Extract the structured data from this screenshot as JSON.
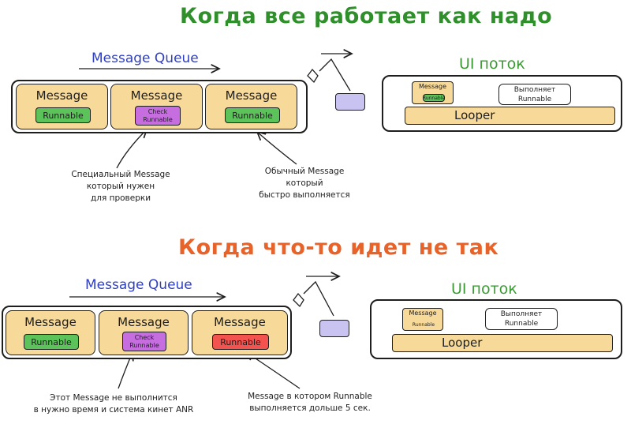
{
  "colors": {
    "title_ok": "#2f8f2a",
    "title_bad": "#e8632a",
    "message_queue": "#2f3fc0",
    "ui_thread": "#3a9b33",
    "message_fill": "#f7d99a",
    "runnable_green": "#5cc25a",
    "runnable_purple": "#c66ee0",
    "runnable_red": "#f2534f",
    "handler_fill": "#c8c3f0"
  },
  "section_ok": {
    "title": "Когда все работает как надо",
    "queue_label": "Message Queue",
    "messages": [
      {
        "title": "Message",
        "runnable": "Runnable",
        "kind": "green"
      },
      {
        "title": "Message",
        "runnable": "Check\nRunnable",
        "kind": "purple"
      },
      {
        "title": "Message",
        "runnable": "Runnable",
        "kind": "green"
      }
    ],
    "ui_thread": {
      "label": "UI поток",
      "message": "Message",
      "runnable": "Runnable",
      "executes": "Выполняет\nRunnable",
      "looper": "Looper"
    },
    "notes": {
      "special": "Специальный Message\nкоторый нужен\nдля проверки",
      "regular": "Обычный Message\nкоторый\nбыстро выполняется"
    }
  },
  "section_bad": {
    "title": "Когда что-то идет не так",
    "queue_label": "Message Queue",
    "messages": [
      {
        "title": "Message",
        "runnable": "Runnable",
        "kind": "green"
      },
      {
        "title": "Message",
        "runnable": "Check\nRunnable",
        "kind": "purple"
      },
      {
        "title": "Message",
        "runnable": "Runnable",
        "kind": "red"
      }
    ],
    "ui_thread": {
      "label": "UI поток",
      "message": "Message",
      "runnable": "Runnable",
      "executes": "Выполняет\nRunnable",
      "looper": "Looper"
    },
    "notes": {
      "anr": "Этот Message не выполнится\nв нужно время и система кинет ANR",
      "slow": "Message в котором Runnable\nвыполняется дольше 5 сек."
    }
  }
}
